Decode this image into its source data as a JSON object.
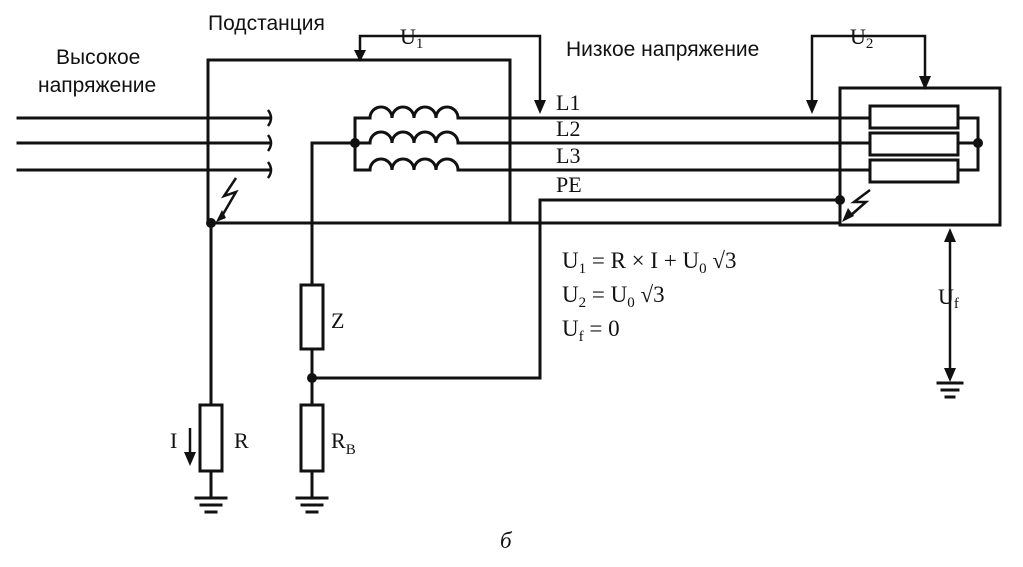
{
  "labels": {
    "substation": "Подстанция",
    "high_voltage": [
      "Высокое",
      "напряжение"
    ],
    "low_voltage": "Низкое напряжение",
    "u1_main": "U",
    "u1_sub": "1",
    "u2_main": "U",
    "u2_sub": "2",
    "uf_main": "U",
    "uf_sub": "f",
    "l1": "L1",
    "l2": "L2",
    "l3": "L3",
    "pe": "PE",
    "z": "Z",
    "rb_main": "R",
    "rb_sub": "B",
    "r": "R",
    "i": "I",
    "caption": "б"
  },
  "equations": [
    {
      "lhs_main": "U",
      "lhs_sub": "1",
      "rhs": " = R × I + U",
      "rhs_sub": "0",
      "tail": " √3"
    },
    {
      "lhs_main": "U",
      "lhs_sub": "2",
      "rhs": " = U",
      "rhs_sub": "0",
      "tail": " √3"
    },
    {
      "lhs_main": "U",
      "lhs_sub": "f",
      "rhs": " = 0",
      "rhs_sub": "",
      "tail": ""
    }
  ]
}
